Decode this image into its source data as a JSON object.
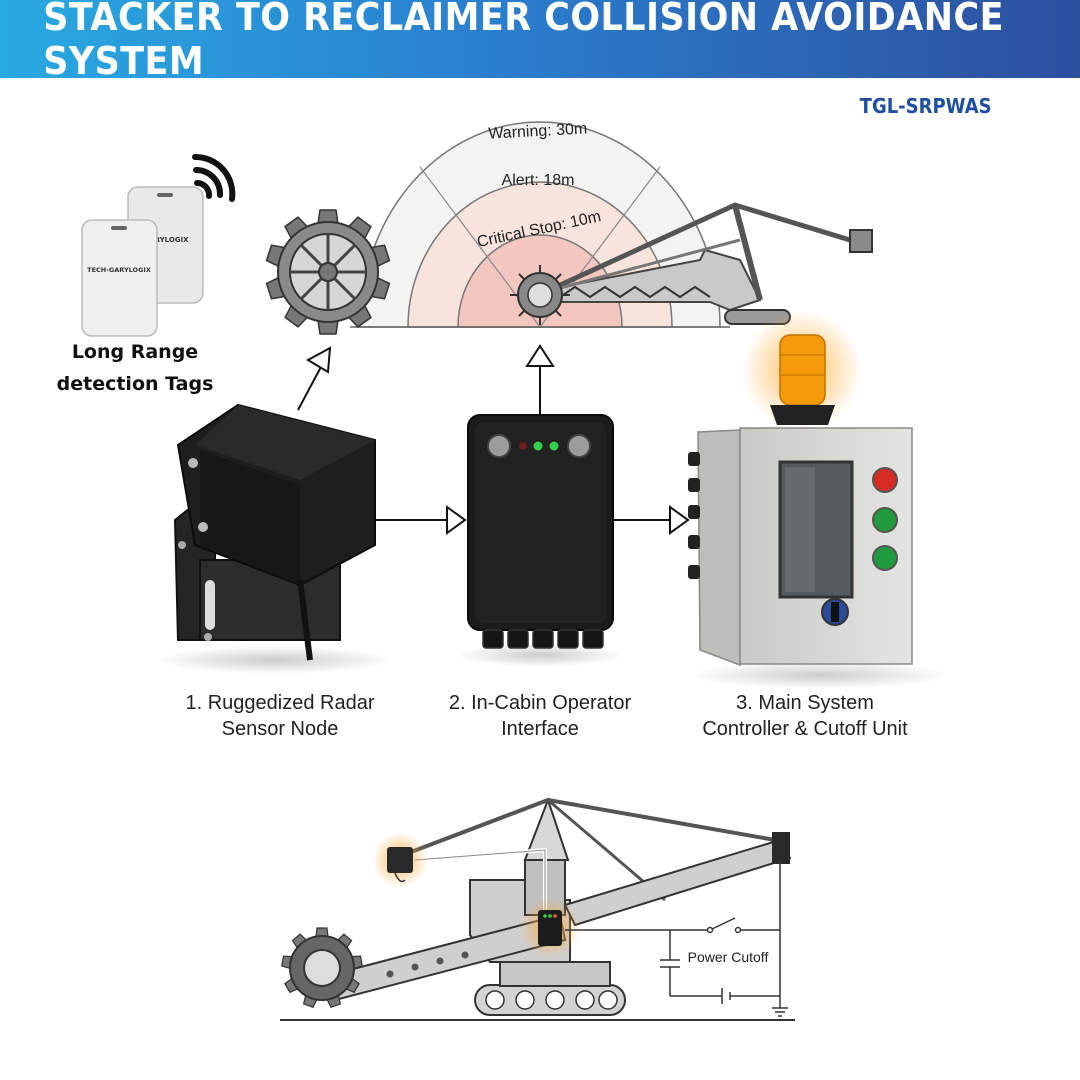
{
  "header": {
    "title": "STACKER TO RECLAIMER COLLISION AVOIDANCE SYSTEM",
    "product_code": "TGL-SRPWAS"
  },
  "zones": {
    "warning": "Warning: 30m",
    "alert": "Alert: 18m",
    "critical": "Critical Stop: 10m"
  },
  "tags": {
    "brand": "TECH-GARYLOGIX",
    "brand_short": "GARYLOGIX",
    "label_line1": "Long Range",
    "label_line2": "detection Tags"
  },
  "components": [
    {
      "line1": "1. Ruggedized Radar",
      "line2": "Sensor Node"
    },
    {
      "line1": "2. In-Cabin Operator",
      "line2": "Interface"
    },
    {
      "line1": "3. Main System",
      "line2": "Controller & Cutoff Unit"
    }
  ],
  "circuit": {
    "label": "Power Cutoff"
  },
  "colors": {
    "banner_start": "#29a9e1",
    "banner_end": "#2c4f9e",
    "code_color": "#1f4ea3",
    "beacon": "#f59a0b",
    "led_green": "#35d04a",
    "button_red": "#d62c24",
    "button_green": "#1f9a3c"
  }
}
